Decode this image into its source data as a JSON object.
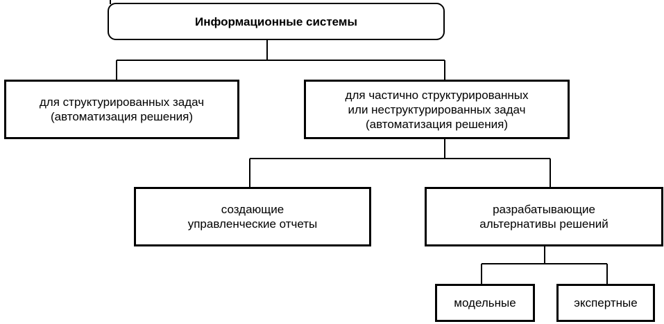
{
  "root": {
    "label": "Информационные системы"
  },
  "level1": {
    "structured": {
      "label": "для структурированных задач\n(автоматизация решения)"
    },
    "semi": {
      "label": "для частично структурированных\nили неструктурированных задач\n(автоматизация решения)"
    }
  },
  "level2": {
    "reports": {
      "label": "создающие\nуправленческие отчеты"
    },
    "alternatives": {
      "label": "разрабатывающие\nальтернативы решений"
    }
  },
  "level3": {
    "model": {
      "label": "модельные"
    },
    "expert": {
      "label": "экспертные"
    }
  }
}
